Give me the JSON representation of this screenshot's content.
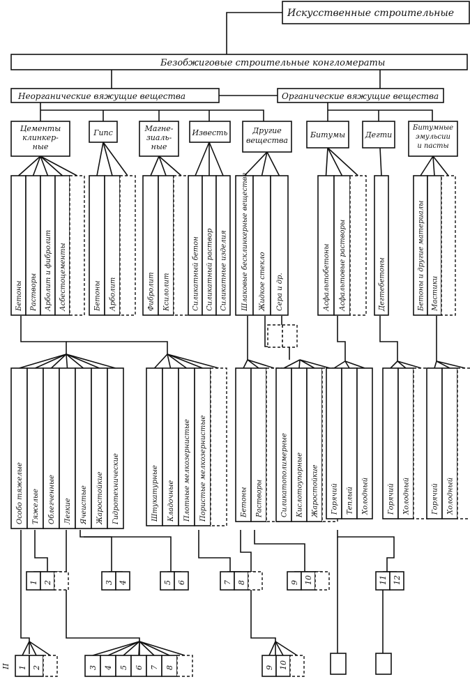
{
  "top_title": "Искусственные строительные",
  "main_bar": "Безобжиговые строительные конгломераты",
  "groups": {
    "inorganic": "Неорганические вяжущие вещества",
    "organic": "Органические вяжущие вещества"
  },
  "binders": {
    "cements": [
      "Цементы",
      "клинкер-",
      "ные"
    ],
    "gypsum": "Гипс",
    "magnesia": [
      "Магне-",
      "зиаль-",
      "ные"
    ],
    "lime": "Известь",
    "other": [
      "Другие",
      "вещества"
    ],
    "bitumens": "Битумы",
    "tars": "Дегти",
    "emulsions": [
      "Битумные",
      "эмульсии",
      "и пасты"
    ]
  },
  "products": {
    "cements": [
      "Бетоны",
      "Растворы",
      "Арболит и фибролит",
      "Асбестоцементы"
    ],
    "gypsum": [
      "Бетоны",
      "Арболит"
    ],
    "magnesia": [
      "Фибролит",
      "Ксилолит"
    ],
    "lime": [
      "Силикатный бетон",
      "Силикатный раствор",
      "Силикатные изделия"
    ],
    "other": [
      "Шлаковые бесклинкерные вещества",
      "Жидкое стекло",
      "Сера и др."
    ],
    "bitumens": [
      "Асфальтобетоны",
      "Асфальтовые растворы"
    ],
    "tars": [
      "Дегтебетоны"
    ],
    "emulsions": [
      "Бетоны и другие материалы",
      "Мастики"
    ]
  },
  "kinds": {
    "concretes": [
      "Особо тяжелые",
      "Тяжелые",
      "Облегченные",
      "Легкие",
      "Ячеистые",
      "Жаростойкие",
      "Гидротехнические"
    ],
    "mortars": [
      "Штукатурные",
      "Кладочные",
      "Плотные мелкозернистые",
      "Пористые мелкозернистые"
    ],
    "other": [
      "Бетоны",
      "Растворы"
    ],
    "liquid_glass": [
      "Силикатополимерные",
      "Кислотоупорные",
      "Жаростойкие"
    ],
    "asphalt": [
      "Горячий",
      "Теплый",
      "Холодный"
    ],
    "tar": [
      "Горячий",
      "Холодный"
    ],
    "emulsion": [
      "Горячий",
      "Холодный"
    ]
  },
  "level4": {
    "g1": [
      "1",
      "2"
    ],
    "g2": [
      "3",
      "4"
    ],
    "g3": [
      "5",
      "6"
    ],
    "g4": [
      "7",
      "8"
    ],
    "g5": [
      "9",
      "10"
    ],
    "g6": [
      "11",
      "12"
    ]
  },
  "level5": {
    "g1": [
      "1",
      "2"
    ],
    "g2": [
      "3",
      "4",
      "5",
      "6",
      "7",
      "8"
    ],
    "g3": [
      "9",
      "10"
    ]
  },
  "side_label": "II"
}
